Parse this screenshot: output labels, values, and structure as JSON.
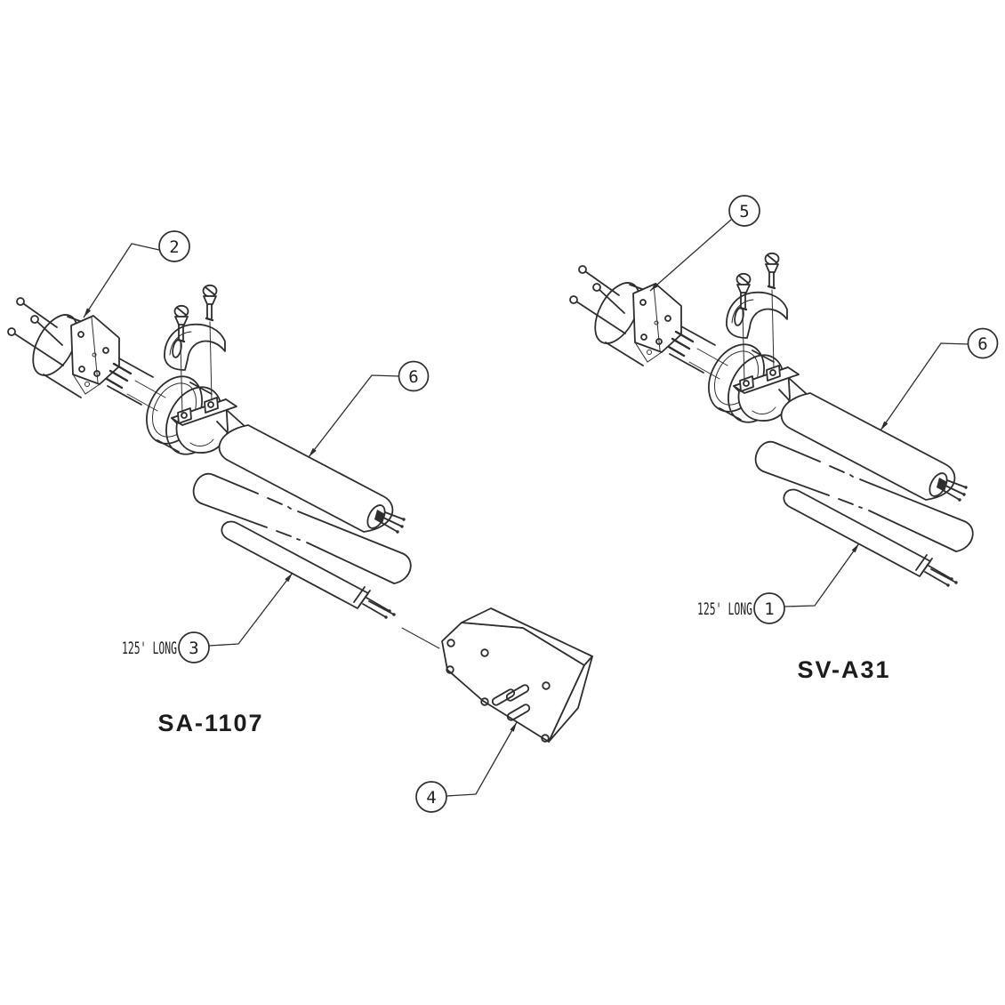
{
  "drawing": {
    "background": "#ffffff",
    "line_color": "#2e2e2e",
    "assemblies": [
      {
        "name": "SA-1107",
        "length_label": "125' LONG",
        "callouts": [
          {
            "number": "2",
            "points_to": "plug"
          },
          {
            "number": "3",
            "points_to": "cable-125ft"
          },
          {
            "number": "6",
            "points_to": "roller-sleeve"
          },
          {
            "number": "4",
            "points_to": "receptacle-box"
          }
        ]
      },
      {
        "name": "SV-A31",
        "length_label": "125' LONG",
        "callouts": [
          {
            "number": "5",
            "points_to": "plug"
          },
          {
            "number": "6",
            "points_to": "roller-sleeve"
          },
          {
            "number": "1",
            "points_to": "cable-125ft"
          }
        ]
      }
    ]
  }
}
